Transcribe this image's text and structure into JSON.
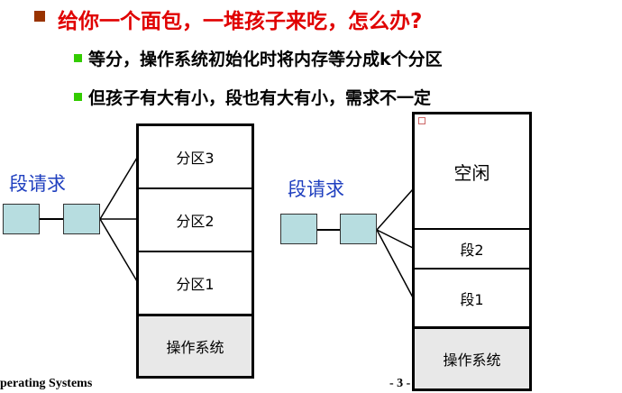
{
  "title": "给你一个面包，一堆孩子来吃，怎么办?",
  "bullets": [
    "等分，操作系统初始化时将内存等分成k个分区",
    "但孩子有大有小，段也有大有小，需求不一定"
  ],
  "left": {
    "label": "段请求",
    "cells": [
      "分区3",
      "分区2",
      "分区1",
      "操作系统"
    ]
  },
  "right": {
    "label": "段请求",
    "cells": [
      "空闲",
      "段2",
      "段1",
      "操作系统"
    ]
  },
  "footer": {
    "course": "perating Systems",
    "page": "- 3 -"
  }
}
